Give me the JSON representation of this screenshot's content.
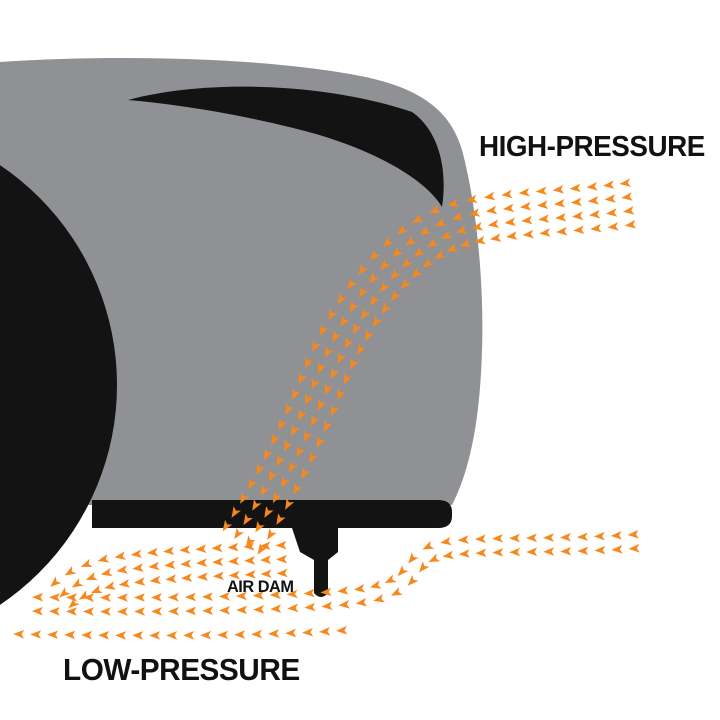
{
  "diagram": {
    "name": "car-front-airflow-diagram",
    "labels": {
      "high_pressure": "HIGH-PRESSURE",
      "low_pressure": "LOW-PRESSURE",
      "air_dam": "AIR DAM"
    },
    "colors": {
      "background": "#ffffff",
      "body_gray": "#8f9194",
      "dark": "#131313",
      "flow_orange": "#f6881d",
      "text": "#111111"
    },
    "flows": [
      {
        "name": "high-pressure-flow"
      },
      {
        "name": "low-pressure-bumper-flow"
      },
      {
        "name": "low-pressure-bottom-flow"
      },
      {
        "name": "under-car-flow"
      }
    ]
  }
}
